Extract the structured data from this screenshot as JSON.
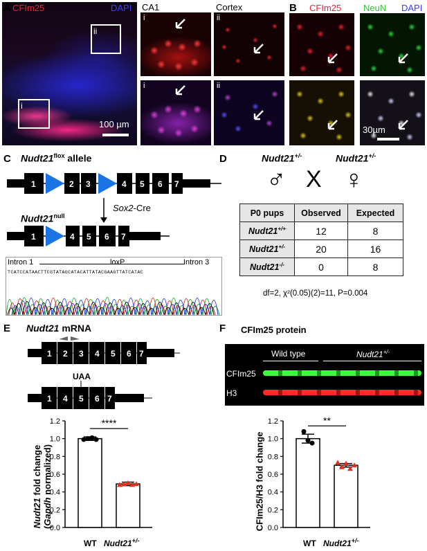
{
  "panelA": {
    "letter": "A",
    "stain1": "CFIm25",
    "stain2": "DAPI",
    "box_i": "i",
    "box_ii": "ii",
    "scale": "100 µm",
    "ca1": "CA1",
    "cortex": "Cortex",
    "sub_i": "i",
    "sub_ii": "ii",
    "colors": {
      "red": "#e8223a",
      "blue": "#3a3cff",
      "green": "#34c03a"
    }
  },
  "panelB": {
    "letter": "B",
    "stain1": "CFIm25",
    "stain2": "NeuN",
    "stain3": "DAPI",
    "scale": "30µm"
  },
  "panelC": {
    "letter": "C",
    "flox_gene": "Nudt21",
    "flox_sup": "flox",
    "flox_suffix": " allele",
    "flox_exons": [
      "1",
      "2",
      "3",
      "4",
      "5",
      "6",
      "7"
    ],
    "cre_italic": "Sox2",
    "cre_suffix": "-Cre",
    "null_gene": "Nudt21",
    "null_sup": "null",
    "null_exons": [
      "1",
      "4",
      "5",
      "6",
      "7"
    ],
    "seq_intron1": "Intron 1",
    "seq_loxp": "loxP",
    "seq_intron3": "Intron 3",
    "sequence": "TCATCCATAACTTCGTATAGCATACATTATACGAAGTTATCATAC"
  },
  "panelD": {
    "letter": "D",
    "parent1": "Nudt21",
    "parent1_sup": "+/-",
    "cross": "X",
    "parent2": "Nudt21",
    "parent2_sup": "+/-",
    "male_symbol": "♂",
    "female_symbol": "♀",
    "headers": [
      "P0 pups",
      "Observed",
      "Expected"
    ],
    "rows": [
      {
        "gene": "Nudt21",
        "sup": "+/+",
        "observed": "12",
        "expected": "8"
      },
      {
        "gene": "Nudt21",
        "sup": "+/-",
        "observed": "20",
        "expected": "16"
      },
      {
        "gene": "Nudt21",
        "sup": "-/-",
        "observed": "0",
        "expected": "8"
      }
    ],
    "stats": "df=2, χ²(0.05)(2)=11, P=0.004"
  },
  "panelE": {
    "letter": "E",
    "title_gene": "Nudt21",
    "title_suffix": " mRNA",
    "wt_exons": [
      "1",
      "2",
      "3",
      "4",
      "5",
      "6",
      "7"
    ],
    "mut_exons": [
      "1",
      "4",
      "5",
      "6",
      "7"
    ],
    "uaa": "UAA",
    "significance": "****",
    "ylabel_gene": "Nudt21",
    "ylabel_suffix": " fold change",
    "ylabel2_open": "(",
    "ylabel2_gene": "Gapdh",
    "ylabel2_suffix": " normalized)",
    "xlabel_wt": "WT",
    "xlabel_mut": "Nudt21",
    "xlabel_mut_sup": "+/-"
  },
  "panelF": {
    "letter": "F",
    "title": "CFIm25 protein",
    "wt_label": "Wild type",
    "mut_label": "Nudt21",
    "mut_sup": "+/-",
    "band1": "CFIm25",
    "band2": "H3",
    "significance": "**",
    "ylabel": "CFIm25/H3 fold change",
    "xlabel_wt": "WT",
    "xlabel_mut": "Nudt21",
    "xlabel_mut_sup": "+/-"
  },
  "chart_data": [
    {
      "type": "bar",
      "categories": [
        "WT",
        "Nudt21+/-"
      ],
      "values": [
        1.0,
        0.49
      ],
      "errors": [
        0.02,
        0.02
      ],
      "points": [
        [
          0.99,
          1.0,
          1.01,
          0.99
        ],
        [
          0.48,
          0.49,
          0.5,
          0.48,
          0.49
        ]
      ],
      "ylim": [
        0,
        1.2
      ],
      "yticks": [
        "0.0",
        "0.2",
        "0.4",
        "0.6",
        "0.8",
        "1.0",
        "1.2"
      ],
      "significance": "****",
      "colors": {
        "wt": "#000000",
        "mut": "#e0301e"
      }
    },
    {
      "type": "bar",
      "categories": [
        "WT",
        "Nudt21+/-"
      ],
      "values": [
        1.0,
        0.7
      ],
      "errors": [
        0.05,
        0.02
      ],
      "points": [
        [
          1.08,
          0.98,
          0.95
        ],
        [
          0.73,
          0.68,
          0.72,
          0.66,
          0.7
        ]
      ],
      "ylim": [
        0,
        1.2
      ],
      "yticks": [
        "0.0",
        "0.2",
        "0.4",
        "0.6",
        "0.8",
        "1.0",
        "1.2"
      ],
      "significance": "**",
      "colors": {
        "wt": "#000000",
        "mut": "#e0301e"
      }
    }
  ]
}
